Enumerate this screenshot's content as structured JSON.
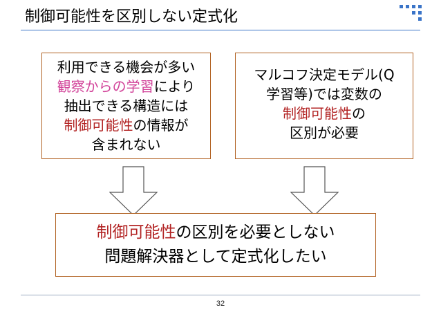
{
  "slide": {
    "title": "制御可能性を区別しない定式化",
    "page_number": "32"
  },
  "left_box": {
    "line1": "利用できる機会が多い",
    "line2a": "観察からの学習",
    "line2b": "により",
    "line3": "抽出できる構造には",
    "line4a": "制御可能性",
    "line4b": "の情報が",
    "line5": "含まれない"
  },
  "right_box": {
    "line1": "マルコフ決定モデル(Q",
    "line2": "学習等)では変数の",
    "line3": "制御可能性",
    "line3b": "の",
    "line4": "区別が必要"
  },
  "bottom_box": {
    "line1a": "制御可能性",
    "line1b": "の区別を必要としない",
    "line2": "問題解決器として定式化したい"
  },
  "colors": {
    "accent_blue": "#3a74c8",
    "box_border": "#b06020",
    "highlight_red": "#b22222",
    "highlight_pink": "#d2449a"
  }
}
